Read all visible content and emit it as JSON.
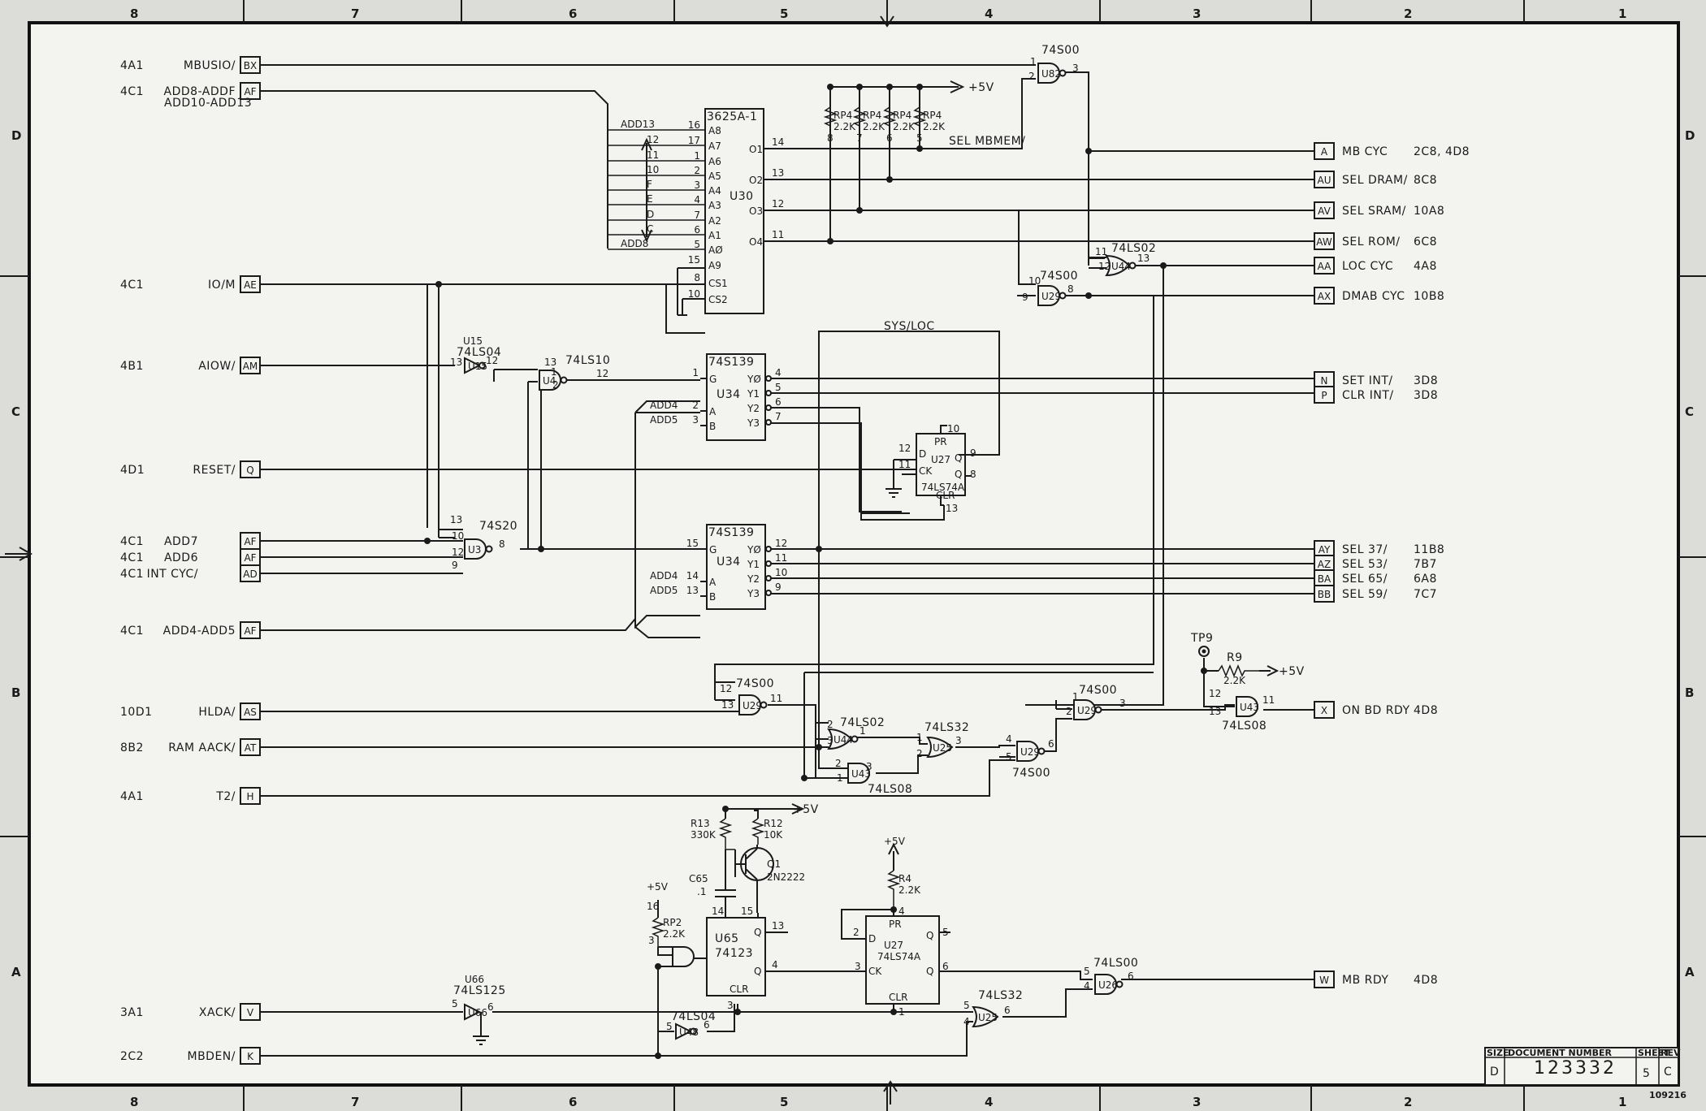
{
  "border": {
    "top_cols": [
      "8",
      "7",
      "6",
      "5",
      "4",
      "3",
      "2",
      "1"
    ],
    "bottom_cols": [
      "8",
      "7",
      "6",
      "5",
      "4",
      "3",
      "2",
      "1"
    ],
    "rows_left": [
      "D",
      "C",
      "B",
      "A"
    ],
    "rows_right": [
      "D",
      "C",
      "B",
      "A"
    ]
  },
  "title_block": {
    "size_label": "SIZE",
    "size": "D",
    "doc_label": "DOCUMENT NUMBER",
    "doc_number": "123332",
    "sheet_label": "SHEET",
    "sheet": "5",
    "rev_label": "REV",
    "rev": "C",
    "form_code": "109216"
  },
  "inputs": [
    {
      "ref": "4A1",
      "signal": "MBUSIO/",
      "conn": "BX"
    },
    {
      "ref": "4C1",
      "signal": "ADD8-ADDF",
      "signal2": "ADD10-ADD13",
      "conn": "AF"
    },
    {
      "ref": "4C1",
      "signal": "IO/M",
      "conn": "AE"
    },
    {
      "ref": "4B1",
      "signal": "AIOW/",
      "conn": "AM"
    },
    {
      "ref": "4D1",
      "signal": "RESET/",
      "conn": "Q"
    },
    {
      "ref": "4C1",
      "signal": "ADD7",
      "conn": "AF"
    },
    {
      "ref": "4C1",
      "signal": "ADD6",
      "conn": "AF"
    },
    {
      "ref": "4C1",
      "signal": "INT CYC/",
      "conn": "AD"
    },
    {
      "ref": "4C1",
      "signal": "ADD4-ADD5",
      "conn": "AF"
    },
    {
      "ref": "10D1",
      "signal": "HLDA/",
      "conn": "AS"
    },
    {
      "ref": "8B2",
      "signal": "RAM AACK/",
      "conn": "AT"
    },
    {
      "ref": "4A1",
      "signal": "T2/",
      "conn": "H"
    },
    {
      "ref": "3A1",
      "signal": "XACK/",
      "conn": "V"
    },
    {
      "ref": "2C2",
      "signal": "MBDEN/",
      "conn": "K"
    }
  ],
  "outputs": [
    {
      "conn": "A",
      "signal": "MB CYC",
      "ref": "2C8, 4D8"
    },
    {
      "conn": "AU",
      "signal": "SEL DRAM/",
      "ref": "8C8"
    },
    {
      "conn": "AV",
      "signal": "SEL SRAM/",
      "ref": "10A8"
    },
    {
      "conn": "AW",
      "signal": "SEL ROM/",
      "ref": "6C8"
    },
    {
      "conn": "AA",
      "signal": "LOC CYC",
      "ref": "4A8"
    },
    {
      "conn": "AX",
      "signal": "DMAB CYC",
      "ref": "10B8"
    },
    {
      "conn": "N",
      "signal": "SET INT/",
      "ref": "3D8"
    },
    {
      "conn": "P",
      "signal": "CLR INT/",
      "ref": "3D8"
    },
    {
      "conn": "AY",
      "signal": "SEL 37/",
      "ref": "11B8"
    },
    {
      "conn": "AZ",
      "signal": "SEL 53/",
      "ref": "7B7"
    },
    {
      "conn": "BA",
      "signal": "SEL 65/",
      "ref": "6A8"
    },
    {
      "conn": "BB",
      "signal": "SEL 59/",
      "ref": "7C7"
    },
    {
      "conn": "X",
      "signal": "ON BD RDY",
      "ref": "4D8"
    },
    {
      "conn": "W",
      "signal": "MB RDY",
      "ref": "4D8"
    }
  ],
  "rom": {
    "part": "3625A-1",
    "ref": "U30",
    "addr_labels": [
      "ADD13",
      "12",
      "11",
      "10",
      "F",
      "E",
      "D",
      "C",
      "ADD8"
    ],
    "in_pins": [
      "16",
      "17",
      "1",
      "2",
      "3",
      "4",
      "7",
      "6",
      "5",
      "15",
      "8",
      "10"
    ],
    "in_names": [
      "A8",
      "A7",
      "A6",
      "A5",
      "A4",
      "A3",
      "A2",
      "A1",
      "AØ",
      "A9",
      "CS1",
      "CS2"
    ],
    "out_names": [
      "O1",
      "O2",
      "O3",
      "O4"
    ],
    "out_pins": [
      "14",
      "13",
      "12",
      "11"
    ]
  },
  "rp4": {
    "names": [
      "RP4",
      "RP4",
      "RP4",
      "RP4"
    ],
    "values": [
      "2.2K",
      "2.2K",
      "2.2K",
      "2.2K"
    ],
    "pins": [
      "8",
      "7",
      "6",
      "5"
    ],
    "supply": "+5V",
    "net": "SEL MBMEM/"
  },
  "dec1": {
    "part": "74S139",
    "ref": "U34",
    "in_names": [
      "G",
      "A",
      "B"
    ],
    "in_pins": [
      "1",
      "2",
      "3"
    ],
    "in_nets": [
      "",
      "ADD4",
      "ADD5"
    ],
    "out_names": [
      "YØ",
      "Y1",
      "Y2",
      "Y3"
    ],
    "out_pins": [
      "4",
      "5",
      "6",
      "7"
    ]
  },
  "dec2": {
    "part": "74S139",
    "ref": "U34",
    "in_names": [
      "G",
      "A",
      "B"
    ],
    "in_pins": [
      "15",
      "14",
      "13"
    ],
    "in_nets": [
      "",
      "ADD4",
      "ADD5"
    ],
    "out_names": [
      "YØ",
      "Y1",
      "Y2",
      "Y3"
    ],
    "out_pins": [
      "12",
      "11",
      "10",
      "9"
    ]
  },
  "ff1": {
    "ref": "U27",
    "part": "74LS74A",
    "pins": {
      "pr": "10",
      "d": "12",
      "ck": "11",
      "q": "9",
      "qb": "8",
      "clr": "13"
    },
    "labels": {
      "pr": "PR",
      "d": "D",
      "ck": "CK",
      "q": "Q",
      "qb": "Q",
      "clr": "CLR"
    },
    "net": "SYS/LOC"
  },
  "ff2": {
    "ref": "U27",
    "part": "74LS74A",
    "pins": {
      "pr": "4",
      "d": "2",
      "ck": "3",
      "q": "5",
      "qb": "6",
      "clr": "1"
    },
    "labels": {
      "pr": "PR",
      "d": "D",
      "ck": "CK",
      "q": "Q",
      "qb": "Q",
      "clr": "CLR"
    }
  },
  "oneshot": {
    "ref": "U65",
    "part": "74123",
    "pins": {
      "p14": "14",
      "p15": "15",
      "q": "13",
      "qb": "4",
      "clr": "3"
    },
    "labels": {
      "q": "Q",
      "qb": "Q",
      "clr": "CLR"
    }
  },
  "gates": {
    "u82": {
      "ref": "U82",
      "part": "74S00",
      "pins": [
        "1",
        "2",
        "3"
      ]
    },
    "u44a": {
      "ref": "U44",
      "part": "74LS02",
      "pins": [
        "11",
        "12",
        "13"
      ]
    },
    "u29a": {
      "ref": "U29",
      "part": "74S00",
      "pins": [
        "10",
        "9",
        "8"
      ]
    },
    "u15": {
      "ref": "U15",
      "part": "74LS04",
      "pins": [
        "13",
        "12"
      ]
    },
    "u4": {
      "ref": "U4",
      "part": "74LS10",
      "pins": [
        "13",
        "1",
        "2",
        "12"
      ]
    },
    "u3": {
      "ref": "U3",
      "part": "74S20",
      "pins": [
        "13",
        "10",
        "12",
        "9",
        "8"
      ]
    },
    "u29b": {
      "ref": "U29",
      "part": "74S00",
      "pins": [
        "12",
        "13",
        "11"
      ]
    },
    "u44b": {
      "ref": "U44",
      "part": "74LS02",
      "pins": [
        "2",
        "3",
        "1"
      ]
    },
    "u43a": {
      "ref": "U43",
      "part": "74LS08",
      "pins": [
        "2",
        "1",
        "3"
      ]
    },
    "u25a": {
      "ref": "U25",
      "part": "74LS32",
      "pins": [
        "1",
        "2",
        "3"
      ]
    },
    "u29c": {
      "ref": "U29",
      "part": "74S00",
      "pins": [
        "4",
        "5",
        "6"
      ]
    },
    "u29d": {
      "ref": "U29",
      "part": "74S00",
      "pins": [
        "1",
        "2",
        "3"
      ]
    },
    "u43b": {
      "ref": "U43",
      "part": "74LS08",
      "pins": [
        "12",
        "13",
        "11"
      ]
    },
    "u66": {
      "ref": "U66",
      "part": "74LS125",
      "pins": [
        "5",
        "6"
      ]
    },
    "u48": {
      "ref": "U48",
      "part": "74LS04",
      "pins": [
        "5",
        "6"
      ]
    },
    "u25b": {
      "ref": "U25",
      "part": "74LS32",
      "pins": [
        "5",
        "4",
        "6"
      ]
    },
    "u26": {
      "ref": "U26",
      "part": "74LS00",
      "pins": [
        "5",
        "4",
        "6"
      ]
    }
  },
  "components": {
    "tp9": "TP9",
    "r9": {
      "name": "R9",
      "value": "2.2K",
      "supply": "+5V"
    },
    "r13": {
      "name": "R13",
      "value": "330K"
    },
    "r12": {
      "name": "R12",
      "value": "10K",
      "supply": "+5V"
    },
    "q1": {
      "name": "Q1",
      "part": "2N2222"
    },
    "c65": {
      "name": "C65",
      "value": ".1"
    },
    "rp2": {
      "name": "RP2",
      "value": "2.2K",
      "supply": "+5V",
      "pins": [
        "16",
        "3"
      ]
    },
    "r4": {
      "name": "R4",
      "value": "2.2K",
      "supply": "+5V"
    }
  }
}
